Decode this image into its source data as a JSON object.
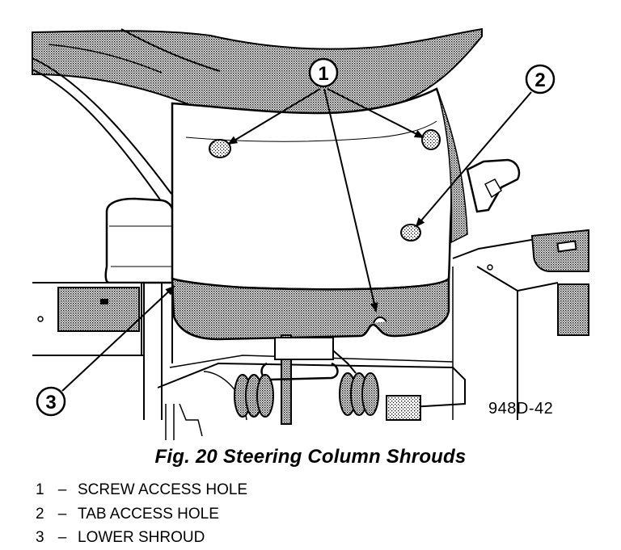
{
  "figure": {
    "caption": "Fig. 20 Steering Column Shrouds",
    "figure_id": "948D-42",
    "callouts": [
      {
        "number": "1",
        "label": "SCREW ACCESS HOLE"
      },
      {
        "number": "2",
        "label": "TAB ACCESS HOLE"
      },
      {
        "number": "3",
        "label": "LOWER SHROUD"
      }
    ],
    "legend_separator": "–"
  }
}
